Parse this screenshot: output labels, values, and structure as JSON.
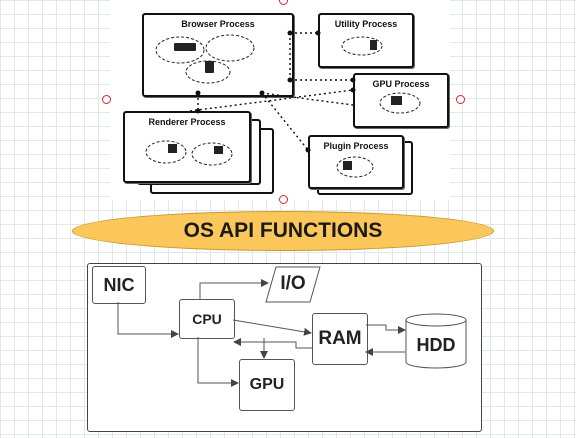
{
  "browser_arch": {
    "browser_process": "Browser Process",
    "utility_process": "Utility Process",
    "gpu_process": "GPU Process",
    "renderer_process": "Renderer Process",
    "plugin_process": "Plugin Process"
  },
  "os_api_label": "OS API FUNCTIONS",
  "hardware": {
    "nic": "NIC",
    "io": "I/O",
    "cpu": "CPU",
    "ram": "RAM",
    "hdd": "HDD",
    "gpu": "GPU"
  },
  "colors": {
    "os_api_fill": "#fbc65a",
    "handle": "#dd2233"
  }
}
